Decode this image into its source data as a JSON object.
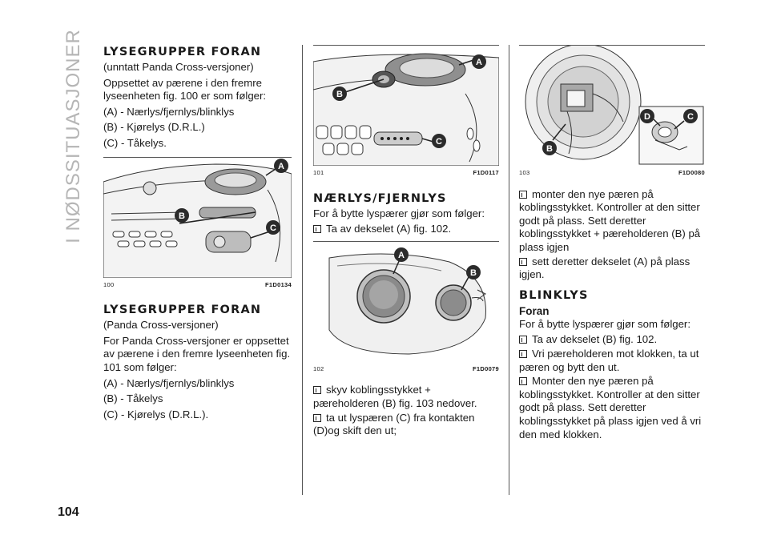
{
  "page": {
    "side_title": "I NØDSSITUASJONER",
    "number": "104"
  },
  "col1": {
    "section1": {
      "heading": "LYSEGRUPPER FORAN",
      "subtitle": "(unntatt Panda Cross-versjoner)",
      "intro": "Oppsettet av pærene i den fremre lyseenheten fig. 100 er som følger:",
      "items": [
        "(A) - Nærlys/fjernlys/blinklys",
        "(B) - Kjørelys (D.R.L.)",
        "(C) - Tåkelys."
      ]
    },
    "figure": {
      "number": "100",
      "code": "F1D0134"
    },
    "section2": {
      "heading": "LYSEGRUPPER FORAN",
      "subtitle": "(Panda Cross-versjoner)",
      "intro": "For Panda Cross-versjoner er oppsettet av pærene i den fremre lyseenheten fig. 101 som følger:",
      "items": [
        "(A) - Nærlys/fjernlys/blinklys",
        "(B) - Tåkelys",
        "(C) - Kjørelys (D.R.L.)."
      ]
    }
  },
  "col2": {
    "figure1": {
      "number": "101",
      "code": "F1D0117"
    },
    "section": {
      "heading": "NÆRLYS/FJERNLYS",
      "intro": "For å bytte lyspærer gjør som følger:",
      "bullet1": "Ta av dekselet (A) fig. 102."
    },
    "figure2": {
      "number": "102",
      "code": "F1D0079"
    },
    "bullets": [
      "skyv koblingsstykket + pæreholderen (B) fig. 103 nedover.",
      "ta ut lyspæren (C) fra kontakten (D)og skift den ut;"
    ]
  },
  "col3": {
    "figure": {
      "number": "103",
      "code": "F1D0080"
    },
    "bullets_top": [
      "monter den nye pæren på koblingsstykket. Kontroller at den sitter godt på plass. Sett deretter koblingsstykket + pæreholderen (B) på plass igjen",
      "sett deretter dekselet (A) på plass igjen."
    ],
    "section": {
      "heading": "BLINKLYS",
      "subheading": "Foran",
      "intro": "For å bytte lyspærer gjør som følger:",
      "bullets": [
        "Ta av dekselet (B) fig. 102.",
        "Vri pæreholderen mot klokken, ta ut pæren og bytt den ut.",
        "Monter den nye pæren på koblingsstykket. Kontroller at den sitter godt på plass. Sett deretter koblingsstykket på plass igjen ved å vri den med klokken."
      ]
    }
  },
  "callouts": {
    "a": "A",
    "b": "B",
    "c": "C",
    "d": "D"
  },
  "colors": {
    "callout_fill": "#2b2b2b",
    "callout_text": "#ffffff",
    "divider": "#555555",
    "side_title": "#b5b5b5"
  }
}
